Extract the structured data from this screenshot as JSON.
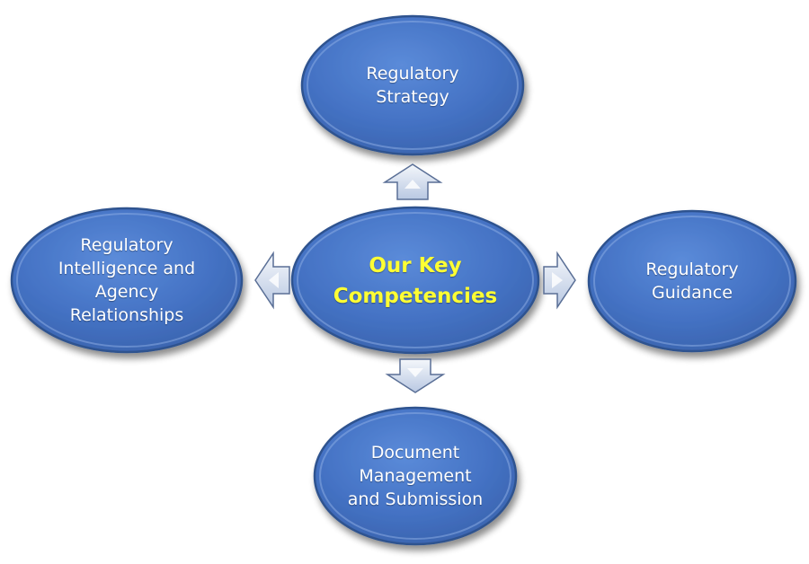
{
  "colors": {
    "ellipse_fill": "#4472c4",
    "ellipse_border": "#2f528f",
    "arrow_fill": "#d6e0f0",
    "arrow_border": "#5a6f96",
    "center_text": "#ffff33",
    "node_text": "#ffffff"
  },
  "diagram": {
    "center": {
      "label": "Our Key\nCompetencies"
    },
    "nodes": {
      "top": {
        "label": "Regulatory\nStrategy"
      },
      "left": {
        "label": "Regulatory\nIntelligence and\nAgency\nRelationships"
      },
      "right": {
        "label": "Regulatory\nGuidance"
      },
      "bottom": {
        "label": "Document\nManagement\nand Submission"
      }
    },
    "arrows": [
      "up",
      "left",
      "right",
      "down"
    ]
  }
}
